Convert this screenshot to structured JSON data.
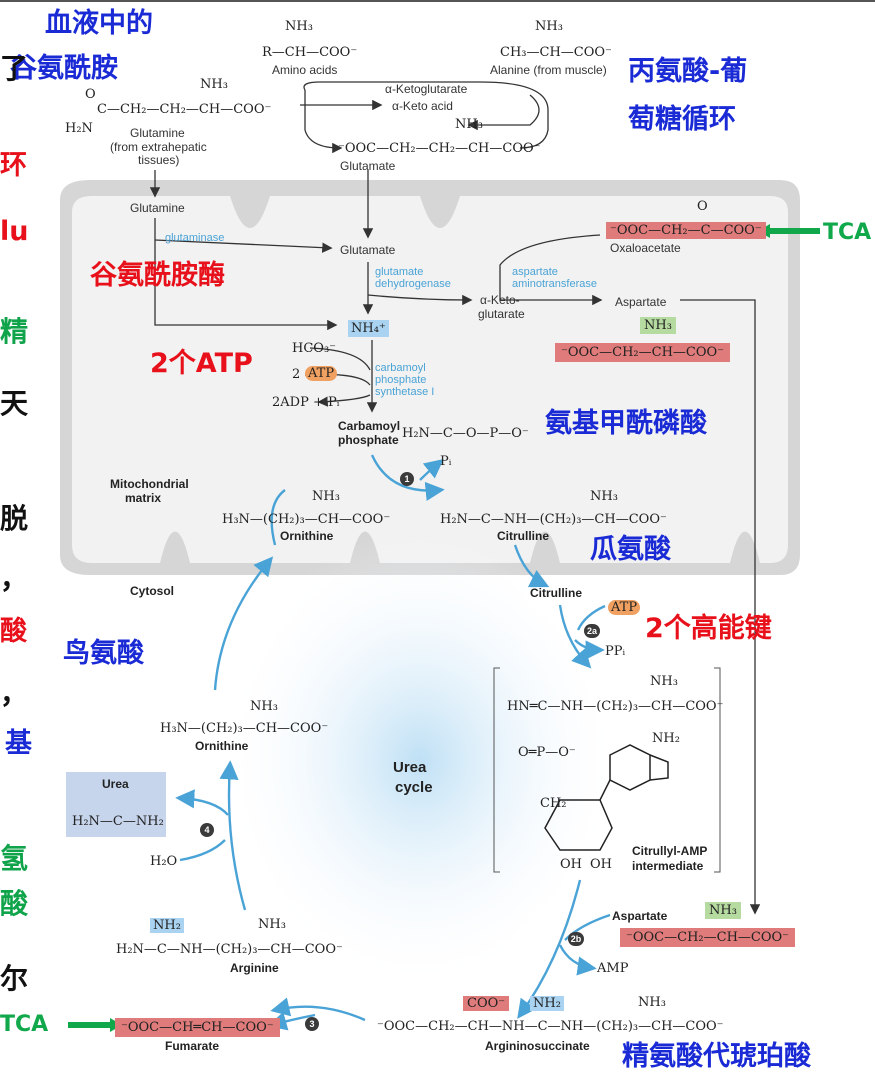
{
  "annotations": {
    "blood_gln_line1": "血液中的",
    "blood_gln_line2": "谷氨酰胺",
    "ala_cycle_line1": "丙氨酸-葡",
    "ala_cycle_line2": "萄糖循环",
    "glutaminase_cn": "谷氨酰胺酶",
    "two_atp": "2个ATP",
    "carbamoyl_p_cn": "氨基甲酰磷酸",
    "citrulline_cn": "瓜氨酸",
    "two_high_energy": "2个高能键",
    "ornithine_cn": "鸟氨酸",
    "argsucc_cn": "精氨酸代琥珀酸",
    "tca_label": "TCA"
  },
  "left_fragments": {
    "f1": "了",
    "f2": "环",
    "f3": "lu",
    "f4": "精",
    "f5": "天",
    "f6": "脱",
    "f7": "，",
    "f8": "酸",
    "f9": "，",
    "f10": "基",
    "f11": "氢",
    "f12": "酸",
    "f13": "尔"
  },
  "compartments": {
    "mito_matrix_line1": "Mitochondrial",
    "mito_matrix_line2": "matrix",
    "cytosol": "Cytosol",
    "urea_cycle_line1": "Urea",
    "urea_cycle_line2": "cycle"
  },
  "compounds": {
    "amino_acids": "Amino acids",
    "amino_acids_formula": "R—CH—COO⁻",
    "nh3_top": "NH₃",
    "alanine": "Alanine (from muscle)",
    "alanine_formula": "CH₃—CH—COO⁻",
    "a_ketoglutarate": "α-Ketoglutarate",
    "a_keto_acid": "α-Keto acid",
    "glutamate_formula": "⁻OOC—CH₂—CH₂—CH—COO⁻",
    "glutamate": "Glutamate",
    "glutamine_formula": "C—CH₂—CH₂—CH—COO⁻",
    "glutamine_o": "O",
    "glutamine_h2n": "H₂N",
    "glutamine": "Glutamine",
    "glutamine_src_line1": "(from extrahepatic",
    "glutamine_src_line2": "tissues)",
    "glutamine_mito": "Glutamine",
    "glutamate_mito": "Glutamate",
    "oxaloacetate": "Oxaloacetate",
    "oxaloacetate_formula": "⁻OOC—CH₂—C—COO⁻",
    "oxaloacetate_o": "O",
    "a_keto_glutarate_mito_line1": "α-Keto-",
    "a_keto_glutarate_mito_line2": "glutarate",
    "aspartate_mito": "Aspartate",
    "aspartate_formula": "⁻OOC—CH₂—CH—COO⁻",
    "nh4": "NH₄⁺",
    "hco3": "HCO₃⁻",
    "two_atp_en": "2",
    "atp": "ATP",
    "two_adp": "2ADP + Pᵢ",
    "carbamoyl_line1": "Carbamoyl",
    "carbamoyl_line2": "phosphate",
    "carbamoyl_formula": "H₂N—C—O—P—O⁻",
    "pi": "Pᵢ",
    "ornithine_formula": "H₃N—(CH₂)₃—CH—COO⁻",
    "ornithine": "Ornithine",
    "citrulline_formula": "H₂N—C—NH—(CH₂)₃—CH—COO⁻",
    "citrulline": "Citrulline",
    "citrulline_cyto": "Citrulline",
    "ppi": "PPᵢ",
    "citrullyl_formula": "HN═C—NH—(CH₂)₃—CH—COO⁻",
    "citrullyl_line1": "Citrullyl-AMP",
    "citrullyl_line2": "intermediate",
    "nh2": "NH₂",
    "oh1": "OH",
    "oh2": "OH",
    "ch2": "CH₂",
    "phos": "O═P—O⁻",
    "ornithine_cyto_formula": "H₃N—(CH₂)₃—CH—COO⁻",
    "ornithine_cyto": "Ornithine",
    "urea": "Urea",
    "urea_formula": "H₂N—C—NH₂",
    "h2o": "H₂O",
    "arginine_formula": "H₂N—C—NH—(CH₂)₃—CH—COO⁻",
    "arginine": "Arginine",
    "fumarate_formula": "⁻OOC—CH═CH—COO⁻",
    "fumarate": "Fumarate",
    "aspartate_cyto": "Aspartate",
    "aspartate_cyto_formula": "⁻OOC—CH₂—CH—COO⁻",
    "amp": "AMP",
    "argsucc_formula": "⁻OOC—CH₂—CH—NH—C—NH—(CH₂)₃—CH—COO⁻",
    "argininosuccinate": "Argininosuccinate",
    "coo": "COO⁻",
    "nh2plus": "NH₂"
  },
  "enzymes": {
    "glutaminase": "glutaminase",
    "glu_dh_line1": "glutamate",
    "glu_dh_line2": "dehydrogenase",
    "asp_at_line1": "aspartate",
    "asp_at_line2": "aminotransferase",
    "cps_line1": "carbamoyl",
    "cps_line2": "phosphate",
    "cps_line3": "synthetase I"
  },
  "steps": {
    "s1": "1",
    "s2a": "2a",
    "s2b": "2b",
    "s3": "3",
    "s4": "4"
  },
  "colors": {
    "blue_text": "#1a2bd6",
    "red_text": "#e8101a",
    "green_text": "#0fa34a",
    "arrow_blue": "#4aa3d6",
    "tca_arrow": "#10a84a"
  }
}
